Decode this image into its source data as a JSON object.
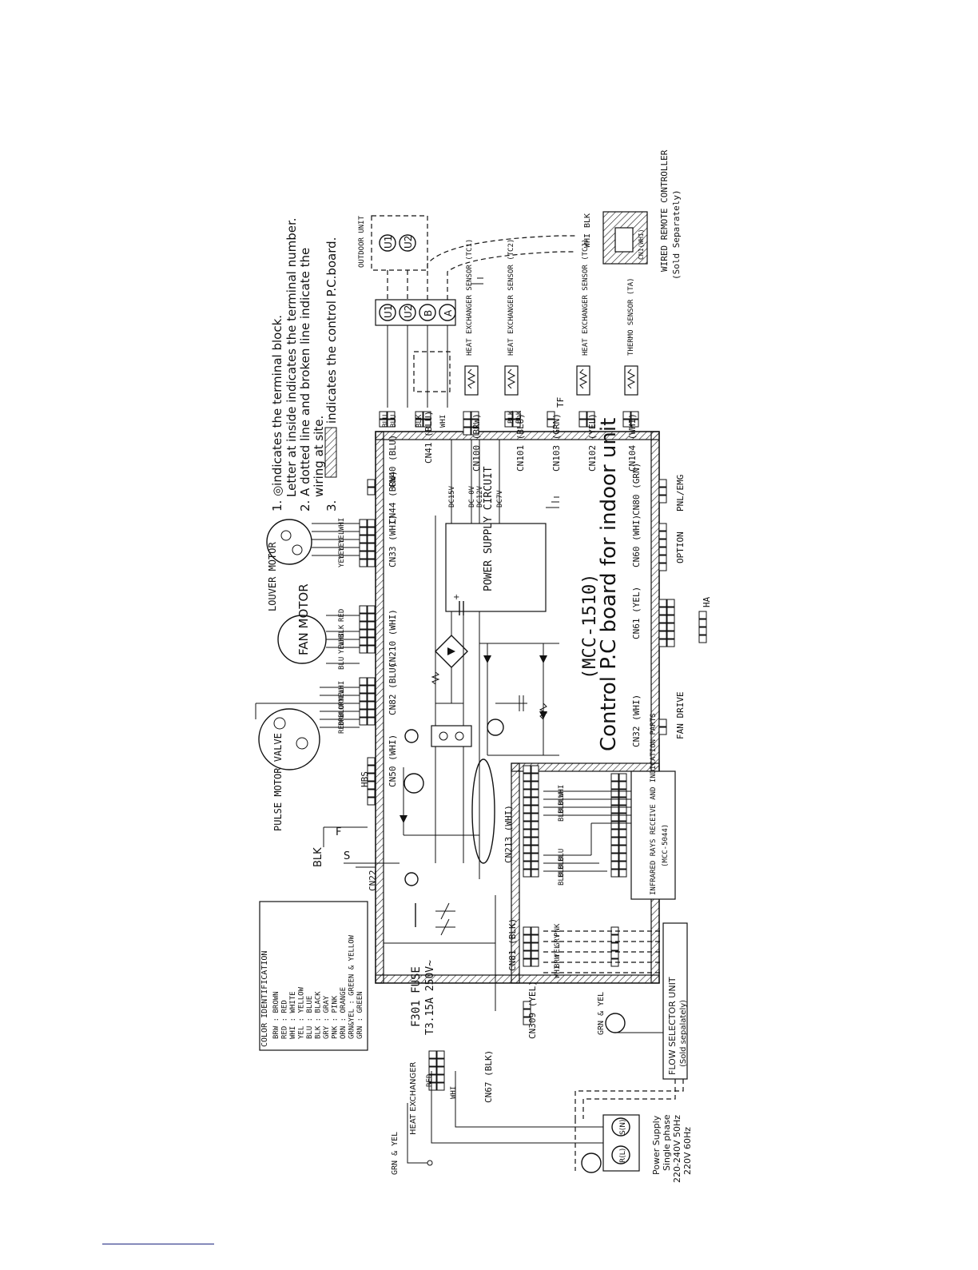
{
  "notes": {
    "n1": "1. ◎indicates the terminal block.",
    "n1b": "Letter at inside indicates the terminal number.",
    "n2": "2. A dotted line and broken line indicate the",
    "n2b": "wiring at site.",
    "n3": "3.",
    "n3b": "indicates the control P.C.board."
  },
  "board": {
    "title": "(MCC-1510)",
    "subtitle": "Control P.C board for indoor unit"
  },
  "power_supply": {
    "label": "POWER SUPPLY CIRCUIT",
    "dc15": "DC15V",
    "dc0": "DC 0V",
    "dc12": "DC12V",
    "dc7": "DC7V"
  },
  "connectors": {
    "cn40": "CN40 (BLU)",
    "cn41": "CN41 (BLU)",
    "cn44": "CN44 (BRW)",
    "cn33": "CN33 (WHI)",
    "cn210": "CN210 (WHI)",
    "cn82": "CN82 (BLU)",
    "cn50": "CN50 (WHI)",
    "hbs": "HBS",
    "cn22": "CN22",
    "cn100": "CN100 (BRW)",
    "cn101": "CN101 (BLU)",
    "cn103": "CN103 (GRN)",
    "cn102": "CN102 (YEL)",
    "cn104": "CN104 (WHI)",
    "cn80": "CN80 (GRN)",
    "cn60": "CN60 (WHI)",
    "cn61": "CN61 (YEL)",
    "cn32": "CN32 (WHI)",
    "cn213": "CN213 (WHI)",
    "cn81": "CN81 (BLK)",
    "cn309": "CN309 (YEL)",
    "cn67": "CN67 (BLK)",
    "pnl": "PNL/EMG",
    "option": "OPTION",
    "ha": "HA",
    "fan_drive": "FAN DRIVE",
    "tf": "TF"
  },
  "components": {
    "louver": "LOUVER MOTOR",
    "fan": "FAN MOTOR",
    "pmv": "PULSE MOTOR VALVE",
    "fuse": "F301 FUSE",
    "fuse_rating": "T3.15A 250V~",
    "heat_exchanger": "HEAT EXCHANGER",
    "tc1": "HEAT EXCHANGER SENSOR (TC1)",
    "tc2": "HEAT EXCHANGER SENSOR (TC2)",
    "tcj": "HEAT EXCHANGER SENSOR (TCJ)",
    "ta": "THERMO SENSOR (TA)",
    "outdoor": "OUTDOOR UNIT",
    "remote": "WIRED REMOTE CONTROLLER",
    "remote_note": "(Sold Separately)",
    "cn1": "CN1(WHI)",
    "infrared": "INFRARED RAYS RECEIVE AND INDICATION PARTS",
    "infrared_code": "(MCC-5044)",
    "flow_selector": "FLOW SELECTOR UNIT",
    "flow_note": "(Sold sepalately)",
    "power_supply": "Power Supply",
    "phase": "Single phase",
    "v1": "220-240V 50Hz",
    "v2": "220V 60Hz",
    "grn_yel": "GRN & YEL",
    "grn_yel2": "GRN & YEL"
  },
  "color_identification": {
    "title": "COLOR IDENTIFICATION",
    "rows": [
      "BRW : BROWN",
      "RED : RED",
      "WHI : WHITE",
      "YEL : YELLOW",
      "BLU : BLUE",
      "BLK : BLACK",
      "GRY : GRAY",
      "PNK : PINK",
      "ORN : ORANGE",
      "GRN&YEL : GREEN & YELLOW",
      "GRN : GREEN"
    ]
  },
  "terminals": [
    "U1",
    "U2",
    "B",
    "A"
  ],
  "outdoor_terminals": [
    "U1",
    "U2"
  ],
  "power_terminals": [
    "R(L)",
    "S(N)"
  ],
  "wire_colors": {
    "cn40": [
      "BLU",
      "BLU"
    ],
    "cn41": [
      "BLK",
      "WHI"
    ],
    "sensor": [
      "BLK",
      "BLK"
    ],
    "louver": [
      "WHI",
      "YEL",
      "YEL",
      "YEL",
      "YEL"
    ],
    "fan": [
      "RED",
      "BLK",
      "WHI",
      "YEL",
      "BLU"
    ],
    "pmv": [
      "WHI",
      "YEL",
      "ORN",
      "BLU",
      "BRW",
      "RED"
    ],
    "cn213": [
      "WHI",
      "BLU",
      "BLU",
      "BLU",
      "BLU",
      "BLU",
      "BLU",
      "BLU"
    ],
    "cn81": [
      "PNK",
      "GRY",
      "YEL",
      "BRW",
      "WHI"
    ],
    "power": [
      "RED",
      "WHI"
    ],
    "remote": [
      "WHI",
      "BLK"
    ],
    "pmv_f": "F",
    "pmv_s": "S",
    "pmv_blk": "BLK"
  }
}
